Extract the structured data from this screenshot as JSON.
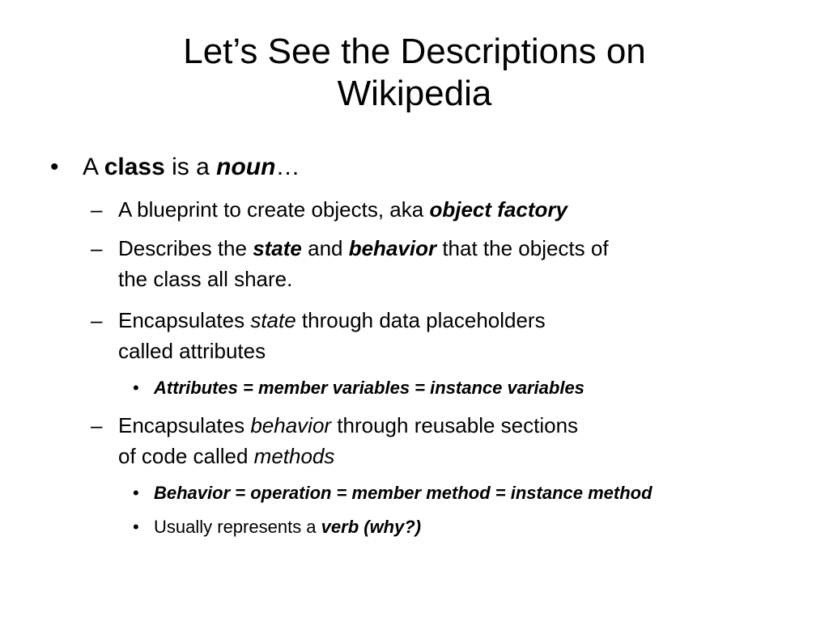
{
  "slide": {
    "title_line1": "Let’s See the Descriptions on",
    "title_line2": "Wikipedia",
    "bullet_marker": "•",
    "dash_marker": "–",
    "items": {
      "class_noun": {
        "t1": "A ",
        "t2": "class",
        "t3": " is a ",
        "t4": "noun",
        "t5": "…"
      },
      "blueprint": {
        "t1": "A blueprint to create objects, aka ",
        "t2": "object factory"
      },
      "describes": {
        "t1": "Describes the ",
        "t2": "state",
        "t3": " and ",
        "t4": "behavior",
        "t5": " that the objects of",
        "line2": "the class all share."
      },
      "encaps_state": {
        "t1": "Encapsulates ",
        "t2": "state",
        "t3": " through data placeholders",
        "line2": "called attributes"
      },
      "attributes_eq": {
        "t1": "Attributes = member variables = instance variables"
      },
      "encaps_behavior": {
        "t1": "Encapsulates ",
        "t2": "behavior",
        "t3": " through reusable sections",
        "line2a": "of code called ",
        "line2b": "methods"
      },
      "behavior_eq": {
        "t1": "Behavior = operation = member method = instance method"
      },
      "usually_verb": {
        "t1": "Usually represents a ",
        "t2": "verb (why?)"
      }
    }
  }
}
